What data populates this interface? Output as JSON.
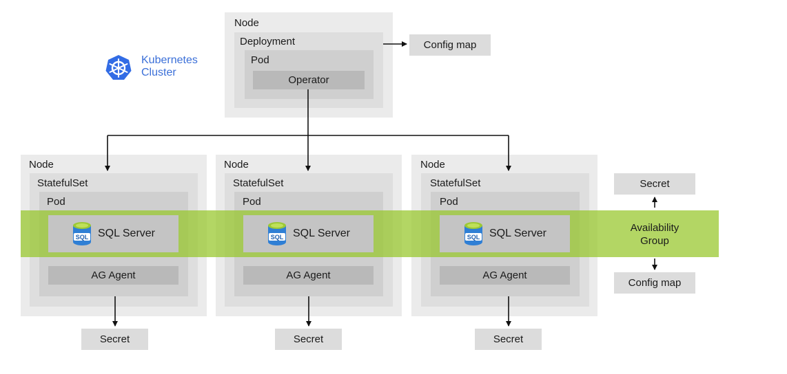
{
  "kubernetes": {
    "line1": "Kubernetes",
    "line2": "Cluster",
    "color": "#326ce5"
  },
  "top_node": {
    "node_label": "Node",
    "deployment_label": "Deployment",
    "pod_label": "Pod",
    "operator_label": "Operator",
    "config_map_label": "Config map"
  },
  "nodes": [
    {
      "node_label": "Node",
      "statefulset_label": "StatefulSet",
      "pod_label": "Pod",
      "sql_label": "SQL Server",
      "sql_icon_text": "SQL",
      "ag_agent_label": "AG Agent",
      "secret_label": "Secret"
    },
    {
      "node_label": "Node",
      "statefulset_label": "StatefulSet",
      "pod_label": "Pod",
      "sql_label": "SQL Server",
      "sql_icon_text": "SQL",
      "ag_agent_label": "AG Agent",
      "secret_label": "Secret"
    },
    {
      "node_label": "Node",
      "statefulset_label": "StatefulSet",
      "pod_label": "Pod",
      "sql_label": "SQL Server",
      "sql_icon_text": "SQL",
      "ag_agent_label": "AG Agent",
      "secret_label": "Secret"
    }
  ],
  "availability_group": {
    "line1": "Availability",
    "line2": "Group",
    "secret_label": "Secret",
    "config_map_label": "Config map",
    "band_color": "#96c628"
  }
}
